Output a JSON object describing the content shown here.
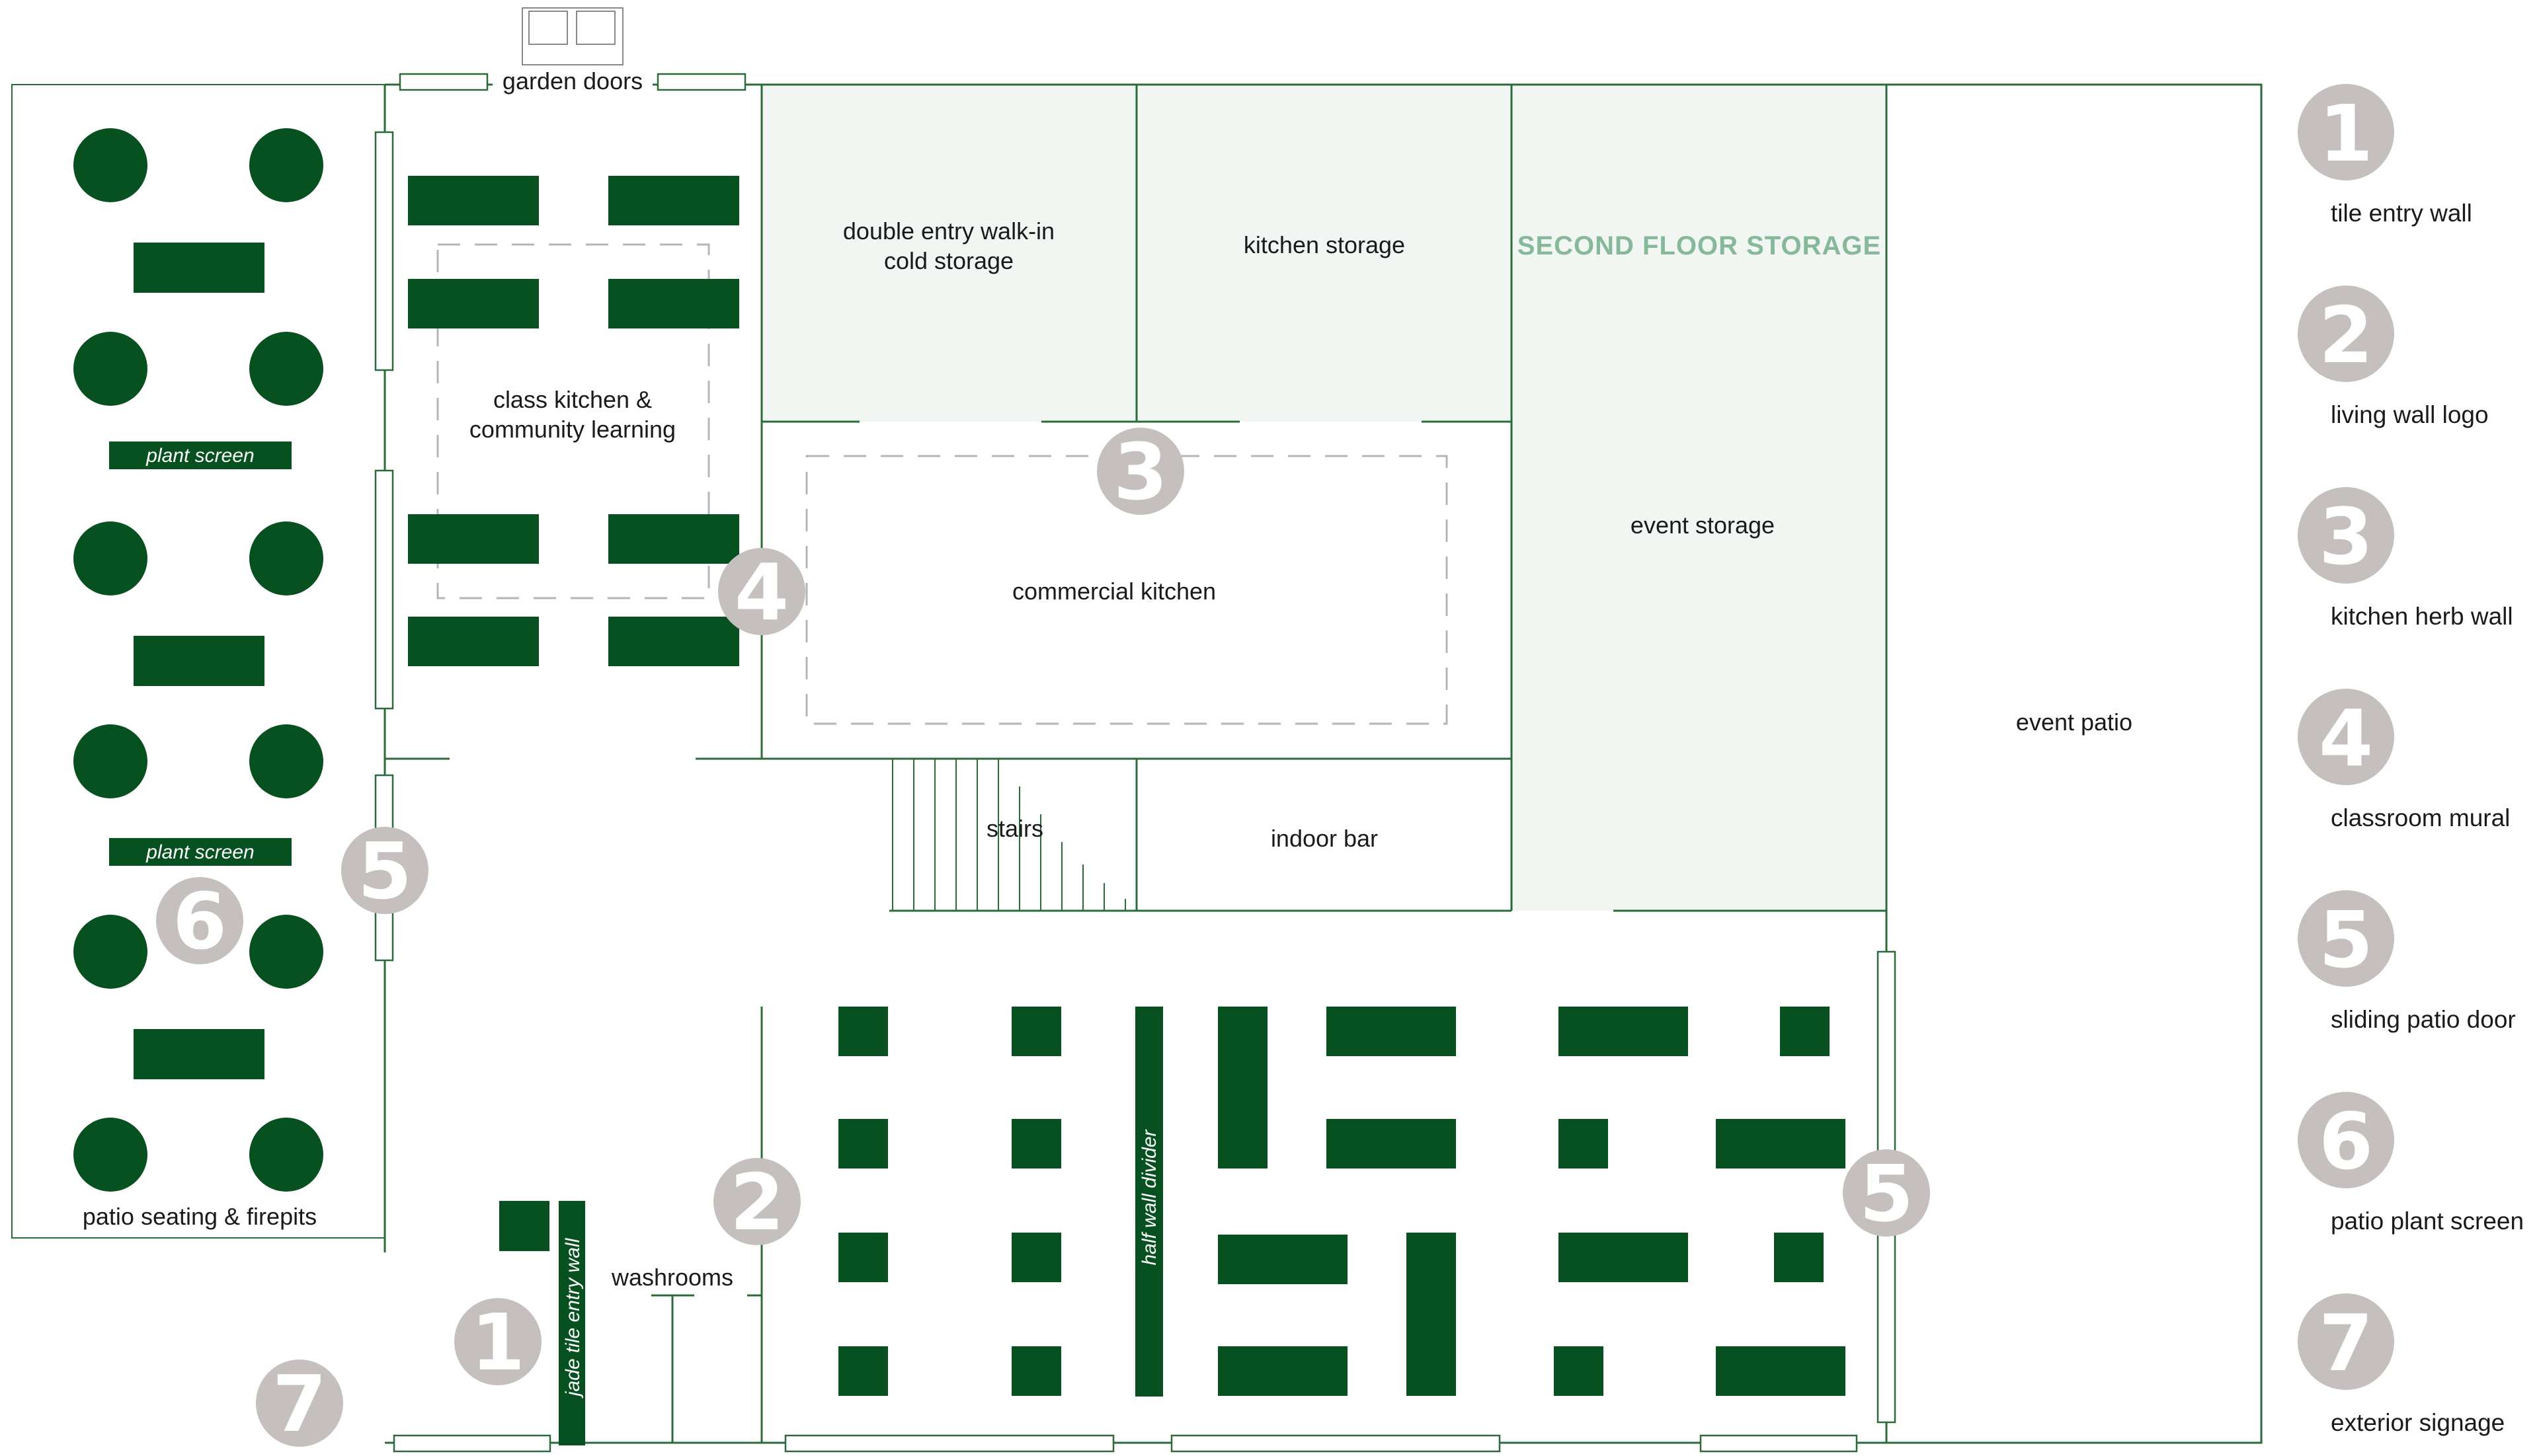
{
  "rooms": {
    "garden_doors": "garden doors",
    "walk_in": [
      "double entry walk-in",
      "cold storage"
    ],
    "kitchen_storage": "kitchen storage",
    "second_floor_storage": "SECOND FLOOR STORAGE",
    "class_kitchen": [
      "class kitchen &",
      "community learning"
    ],
    "event_storage": "event storage",
    "commercial_kitchen": "commercial kitchen",
    "event_patio": "event patio",
    "stairs": "stairs",
    "indoor_bar": "indoor bar",
    "plant_screen": "plant screen",
    "patio_seating": "patio seating & firepits",
    "washrooms": "washrooms",
    "jade_tile": "jade tile entry wall",
    "half_wall": "half wall divider"
  },
  "markers": {
    "m1": "1",
    "m2": "2",
    "m3": "3",
    "m4": "4",
    "m5": "5",
    "m6": "6",
    "m7": "7"
  },
  "legend": [
    {
      "number": "1",
      "label": "tile entry wall"
    },
    {
      "number": "2",
      "label": "living wall logo"
    },
    {
      "number": "3",
      "label": "kitchen herb wall"
    },
    {
      "number": "4",
      "label": "classroom mural"
    },
    {
      "number": "5",
      "label": "sliding patio door"
    },
    {
      "number": "6",
      "label": "patio plant screen"
    },
    {
      "number": "7",
      "label": "exterior signage"
    }
  ],
  "colors": {
    "furniture": "#06511f",
    "walls": "#2b6b3a",
    "marker": "#c5c0bd",
    "storage_fill": "#f1f6f2",
    "storage_label": "#86b89a"
  }
}
